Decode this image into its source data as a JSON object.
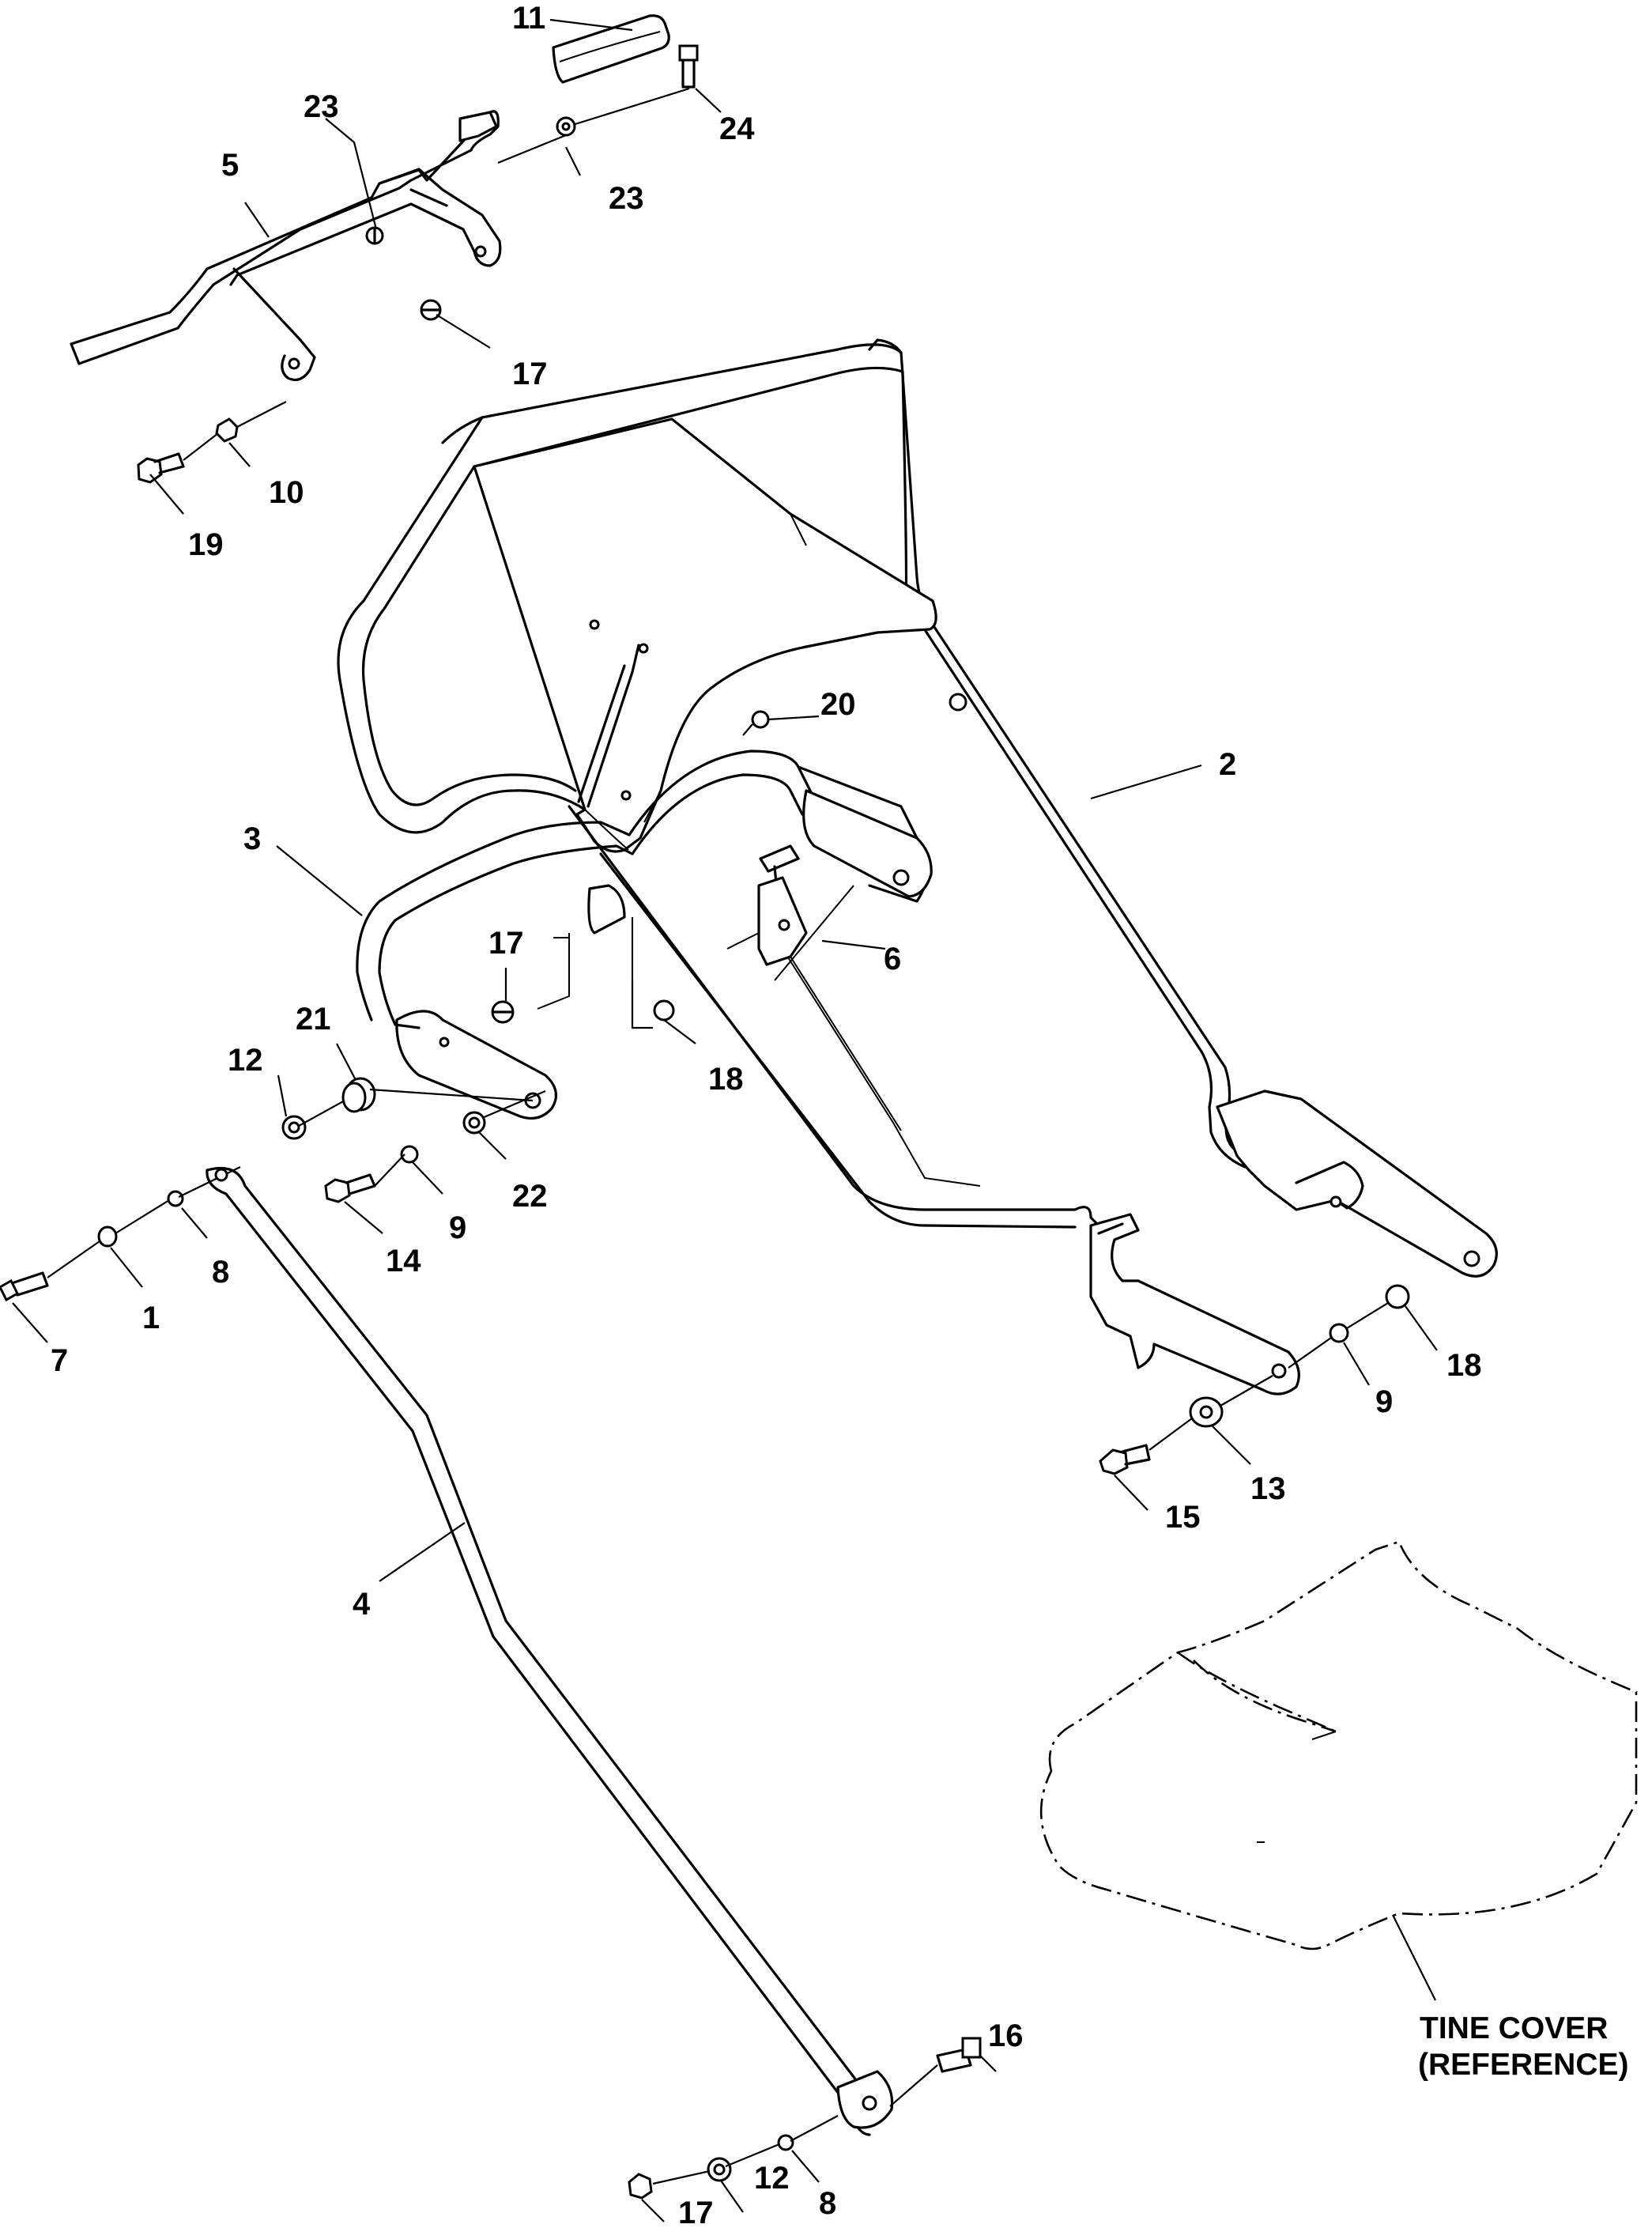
{
  "diagram": {
    "callouts": [
      {
        "id": "c11",
        "text": "11"
      },
      {
        "id": "c24",
        "text": "24"
      },
      {
        "id": "c23a",
        "text": "23"
      },
      {
        "id": "c23b",
        "text": "23"
      },
      {
        "id": "c5",
        "text": "5"
      },
      {
        "id": "c17a",
        "text": "17"
      },
      {
        "id": "c10",
        "text": "10"
      },
      {
        "id": "c19",
        "text": "19"
      },
      {
        "id": "c20",
        "text": "20"
      },
      {
        "id": "c2",
        "text": "2"
      },
      {
        "id": "c3",
        "text": "3"
      },
      {
        "id": "c6",
        "text": "6"
      },
      {
        "id": "c17b",
        "text": "17"
      },
      {
        "id": "c21",
        "text": "21"
      },
      {
        "id": "c12a",
        "text": "12"
      },
      {
        "id": "c18a",
        "text": "18"
      },
      {
        "id": "c22",
        "text": "22"
      },
      {
        "id": "c9a",
        "text": "9"
      },
      {
        "id": "c14",
        "text": "14"
      },
      {
        "id": "c8a",
        "text": "8"
      },
      {
        "id": "c1",
        "text": "1"
      },
      {
        "id": "c7",
        "text": "7"
      },
      {
        "id": "c18b",
        "text": "18"
      },
      {
        "id": "c9b",
        "text": "9"
      },
      {
        "id": "c13",
        "text": "13"
      },
      {
        "id": "c15",
        "text": "15"
      },
      {
        "id": "c4",
        "text": "4"
      },
      {
        "id": "c16",
        "text": "16"
      },
      {
        "id": "c8b",
        "text": "8"
      },
      {
        "id": "c12b",
        "text": "12"
      },
      {
        "id": "c17c",
        "text": "17"
      }
    ],
    "reference_label": {
      "line1": "TINE COVER",
      "line2": "(REFERENCE)"
    }
  }
}
